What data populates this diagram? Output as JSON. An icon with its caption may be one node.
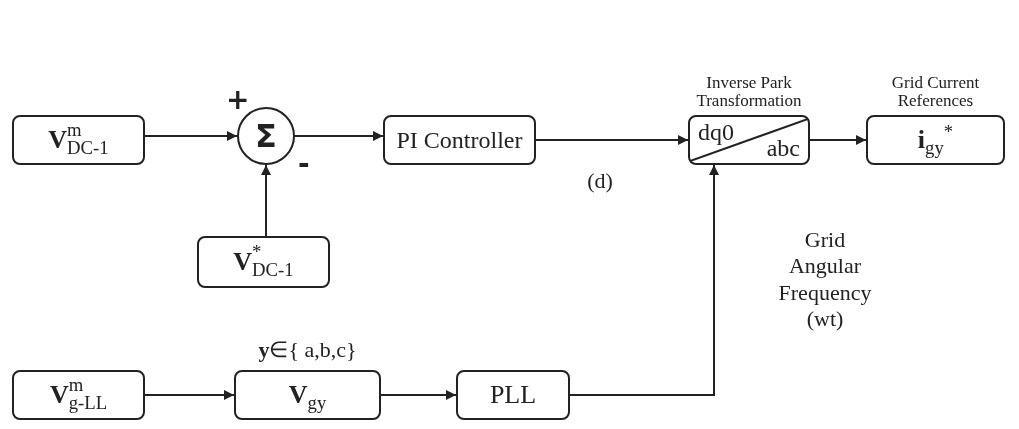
{
  "diagram": {
    "nodes": [
      {
        "text": [
          "**V**$^{m}$$_{DC-1}$"
        ]
      },
      {
        "text": [
          "Σ"
        ]
      },
      {
        "text": [
          "PI Controller"
        ]
      },
      {
        "text": [
          "Inverse Park Transformation",
          "dq0",
          "abc"
        ]
      },
      {
        "text": [
          "Grid Current References",
          "**i**$_{gy}$$^{*}$"
        ]
      },
      {
        "text": [
          "**V**$^{*}$$_{DC-1}$"
        ]
      },
      {
        "text": [
          "**V**$^{m}$$_{g-LL}$"
        ]
      },
      {
        "text": [
          "**y**∈{ a,b,c}",
          "**V**$_{gy}$"
        ]
      },
      {
        "text": [
          "PLL"
        ]
      }
    ],
    "edges": [
      {
        "from": 0,
        "to": 1,
        "arrow": "to"
      },
      {
        "from": 1,
        "to": 2,
        "arrow": "to"
      },
      {
        "from": 5,
        "to": 1,
        "arrow": "to"
      },
      {
        "from": 2,
        "to": 3,
        "arrow": "to",
        "label": "(d)"
      },
      {
        "from": 3,
        "to": 4,
        "arrow": "to"
      },
      {
        "from": 6,
        "to": 7,
        "arrow": "to"
      },
      {
        "from": 7,
        "to": 8,
        "arrow": "to"
      },
      {
        "from": 8,
        "to": 3,
        "arrow": "to",
        "label": "Grid Angular Frequency (wt)"
      }
    ],
    "labels": [
      "+",
      "-"
    ]
  }
}
